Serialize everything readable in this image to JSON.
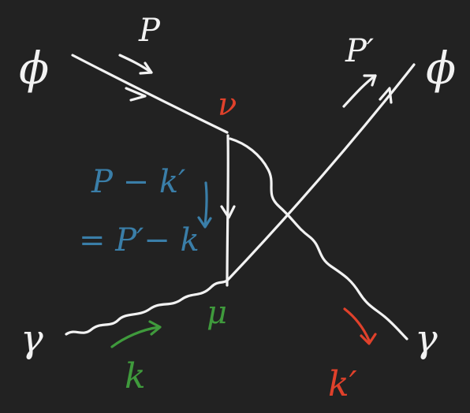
{
  "canvas": {
    "background": "#222222"
  },
  "colors": {
    "ink": "#f2f2f2",
    "red": "#e0412b",
    "blue": "#3a7ea8",
    "green": "#3f9a3c"
  },
  "labels": {
    "phi_in": "ϕ",
    "phi_out": "ϕ",
    "gamma_in": "γ",
    "gamma_out": "γ",
    "p": "P",
    "p_prime": "P′",
    "nu": "ν",
    "mu": "μ",
    "k": "k",
    "k_prime": "k′",
    "propagator_top": "P − k′",
    "propagator_bottom": "= P′− k"
  }
}
